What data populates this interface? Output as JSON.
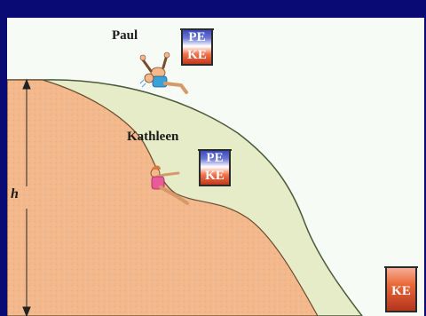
{
  "labels": {
    "paul": "Paul",
    "kathleen": "Kathleen",
    "height": "h"
  },
  "meters": {
    "paul": {
      "pe": "PE",
      "ke": "KE"
    },
    "kathleen": {
      "pe": "PE",
      "ke": "KE"
    },
    "bottom": {
      "ke": "KE"
    }
  },
  "colors": {
    "background": "#0a0a74",
    "sand": "#f3b98c",
    "slide": "#e6ecc8",
    "pe": "#3b4bbf",
    "ke": "#e0552e"
  }
}
